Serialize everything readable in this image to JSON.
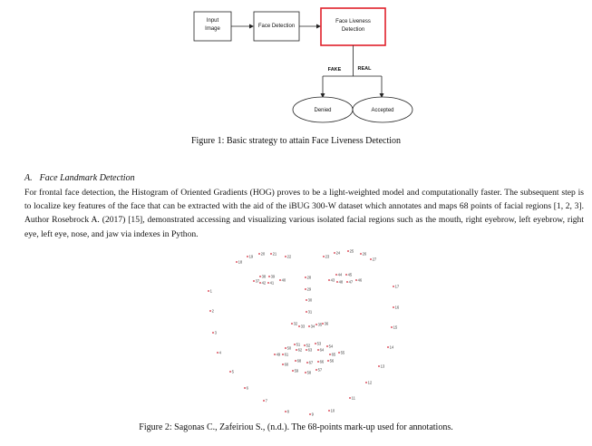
{
  "flowchart": {
    "input": "Input Image",
    "input_lines": [
      "Input",
      "Image"
    ],
    "detection": "Face Detection",
    "liveness": "Face Liveness Detection",
    "liveness_lines": [
      "Face Liveness",
      "Detection"
    ],
    "fake_label": "FAKE",
    "real_label": "REAL",
    "denied": "Denied",
    "accepted": "Accepted",
    "accent_color": "#e0202a"
  },
  "figure1_caption": "Figure 1: Basic strategy to attain Face Liveness Detection",
  "section": {
    "number": "A.",
    "title": "Face Landmark Detection"
  },
  "paragraph": "For frontal face detection, the Histogram of Oriented Gradients (HOG) proves to be a light-weighted model and computationally faster. The subsequent step is to localize key features of the face that can be extracted with the aid of the iBUG 300-W dataset which annotates and maps 68 points of facial regions [1, 2, 3]. Author Rosebrock A. (2017) [15], demonstrated accessing and visualizing various isolated facial regions such as the mouth, right eyebrow, left eyebrow, right eye, left eye, nose, and jaw via indexes in Python.",
  "figure2_caption": "Figure 2: Sagonas C., Zafeiriou S., (n.d.). The 68-points mark-up used for annotations.",
  "landmark_count": 68,
  "dot_color": "#d22233"
}
